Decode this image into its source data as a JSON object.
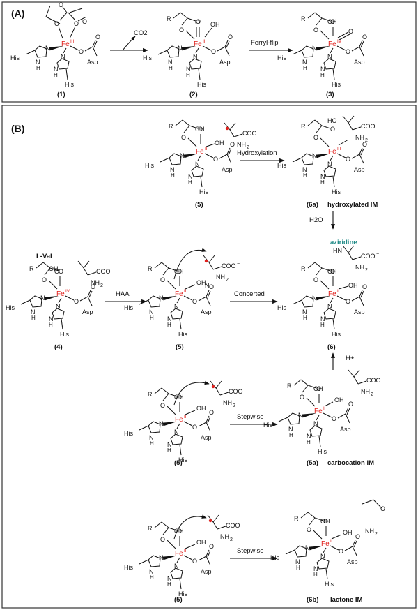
{
  "panels": {
    "a_label": "(A)",
    "b_label": "(B)"
  },
  "labels": {
    "his": "His",
    "asp": "Asp",
    "r": "R",
    "n": "N",
    "h": "H",
    "fe": "Fe",
    "o": "O",
    "oh": "OH",
    "oh2": "OH",
    "ho": "HO",
    "nh2": "NH",
    "coo": "COO",
    "minus": "−",
    "hn": "HN",
    "h_plus": "H",
    "plus": "+"
  },
  "oxidation": {
    "iii": "III",
    "iv": "IV",
    "ii": "II"
  },
  "compounds": {
    "c1": "(1)",
    "c2": "(2)",
    "c3": "(3)",
    "c4": "(4)",
    "c5": "(5)",
    "c6": "(6)",
    "c6a": "(6a)",
    "c5a": "(5a)",
    "c6b": "(6b)"
  },
  "names": {
    "hydroxylated": "hydroxylated IM",
    "carbocation": "carbocation IM",
    "lactone": "lactone IM",
    "aziridine": "aziridine",
    "lval": "L-Val"
  },
  "arrows": {
    "co2": "CO",
    "co2_sub": "2",
    "ferryl": "Ferryl-flip",
    "hydroxylation": "Hydroxylation",
    "h2o": "H",
    "h2o_sub": "2",
    "h2o_o": "O",
    "haa": "HAA",
    "concerted": "Concerted",
    "stepwise": "Stepwise"
  },
  "colors": {
    "fe": "#e0201c",
    "radical": "#e0201c",
    "aziridine": "#1f8a86",
    "frame": "#333333"
  }
}
